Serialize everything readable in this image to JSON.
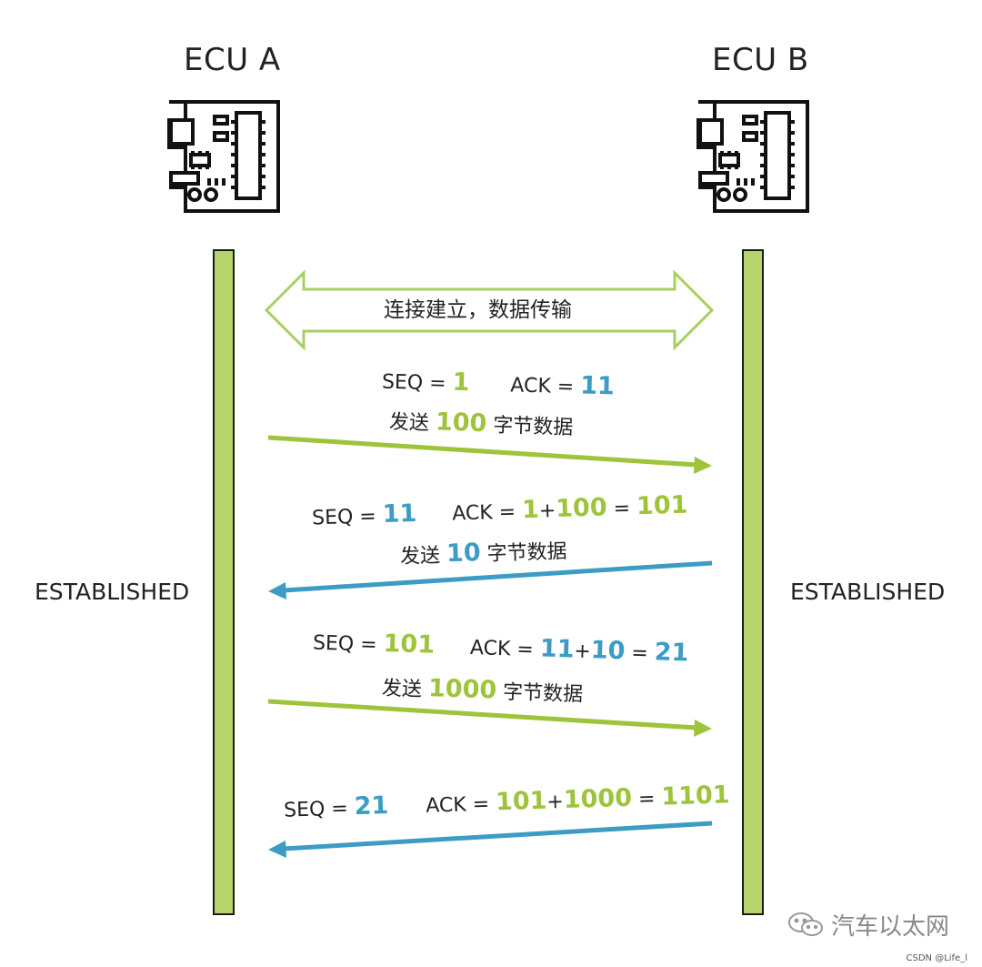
{
  "ecu_a": {
    "title": "ECU A",
    "state": "ESTABLISHED"
  },
  "ecu_b": {
    "title": "ECU B",
    "state": "ESTABLISHED"
  },
  "connection_label": "连接建立，数据传输",
  "messages": [
    {
      "line1": {
        "seq_label": "SEQ = ",
        "seq": "1",
        "ack_label": "ACK = ",
        "ack": "11"
      },
      "line2": {
        "pre": "发送 ",
        "value": "100",
        "post": " 字节数据"
      }
    },
    {
      "line1": {
        "seq_label": "SEQ = ",
        "seq": "11",
        "ack_label": "ACK = ",
        "ack_a": "1",
        "plus": "+",
        "ack_b": "100",
        "eq": " = ",
        "ack_c": "101"
      },
      "line2": {
        "pre": "发送 ",
        "value": "10",
        "post": " 字节数据"
      }
    },
    {
      "line1": {
        "seq_label": "SEQ = ",
        "seq": "101",
        "ack_label": "ACK = ",
        "ack_a": "11",
        "plus": "+",
        "ack_b": "10",
        "eq": " = ",
        "ack_c": "21"
      },
      "line2": {
        "pre": "发送 ",
        "value": "1000",
        "post": " 字节数据"
      }
    },
    {
      "line1": {
        "seq_label": "SEQ = ",
        "seq": "21",
        "ack_label": "ACK = ",
        "ack_a": "101",
        "plus": "+",
        "ack_b": "1000",
        "eq": " = ",
        "ack_c": "1101"
      }
    }
  ],
  "colors": {
    "green": "#9dc43b",
    "blue": "#3c9cc4",
    "lifeline": "#b5d56a",
    "arrow_outline": "#a8d060"
  },
  "watermark": "汽车以太网",
  "footer": "CSDN @Life_l",
  "icons": {
    "ecu": "circuit-board-icon",
    "watermark": "wechat-icon"
  }
}
